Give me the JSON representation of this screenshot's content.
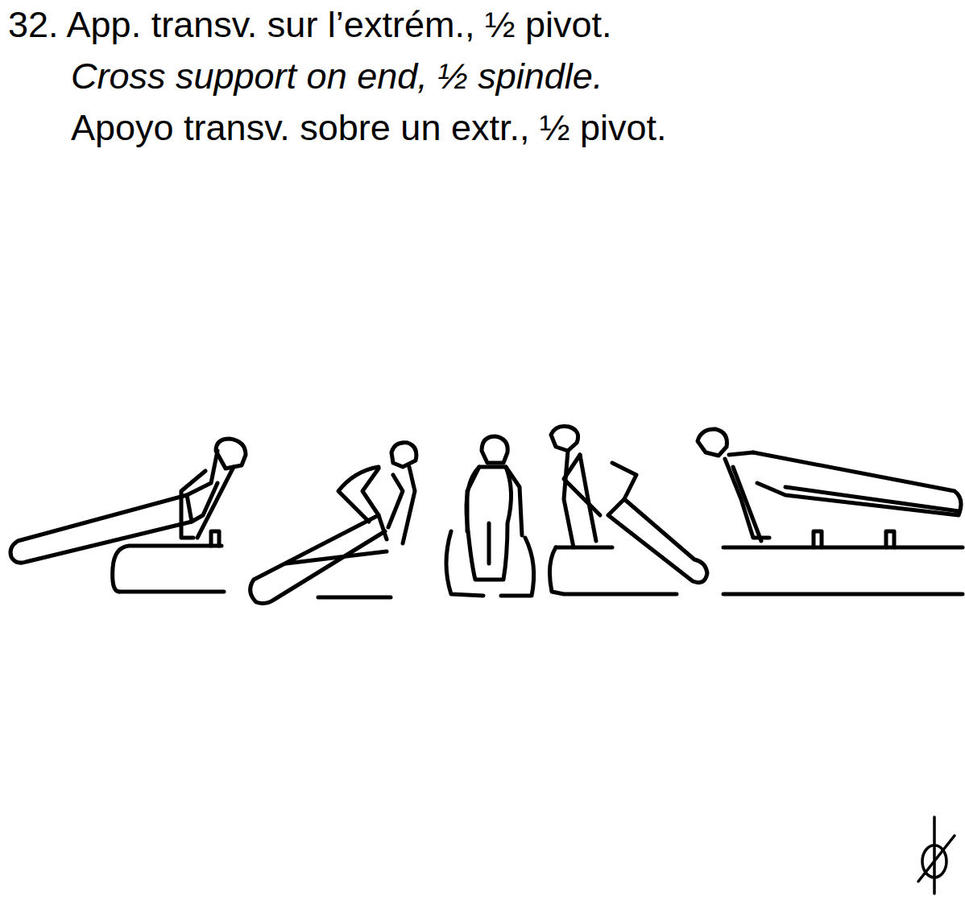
{
  "diagram": {
    "title": "32. App. transv. sur l’extrém., ½ pivot.",
    "labels": [
      "Cross support on end, ½ spindle.",
      "Apoyo transv. sobre un extr., ½ pivot."
    ]
  }
}
